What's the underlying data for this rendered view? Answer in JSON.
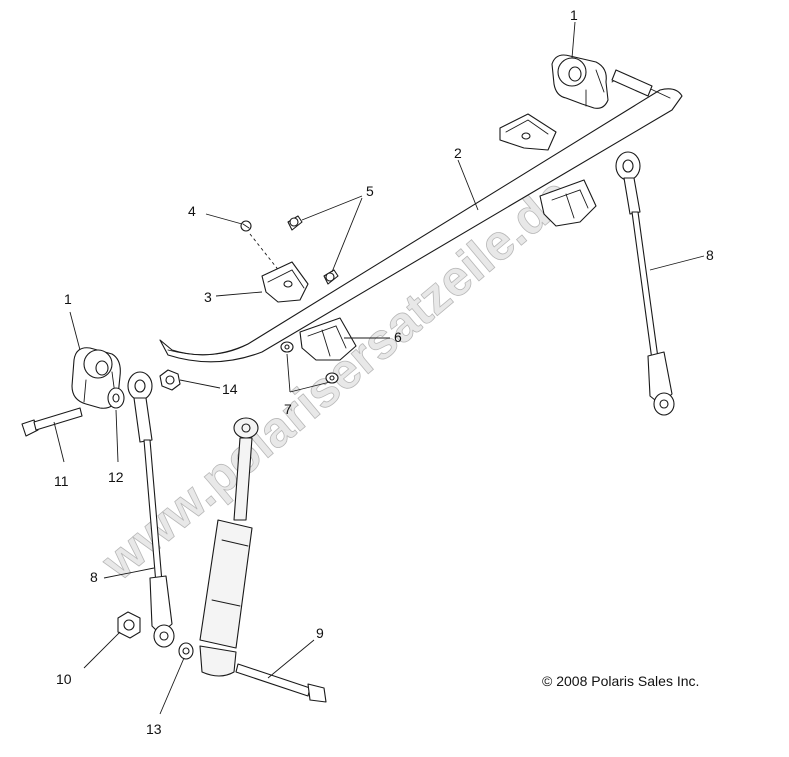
{
  "callouts": {
    "c1_top": "1",
    "c1_left": "1",
    "c2": "2",
    "c3": "3",
    "c4": "4",
    "c5": "5",
    "c6": "6",
    "c7": "7",
    "c8_left": "8",
    "c8_right": "8",
    "c9": "9",
    "c10": "10",
    "c11": "11",
    "c12": "12",
    "c13": "13",
    "c14": "14"
  },
  "copyright": "© 2008 Polaris Sales Inc.",
  "watermark": "www.polarisersatzeile.de"
}
